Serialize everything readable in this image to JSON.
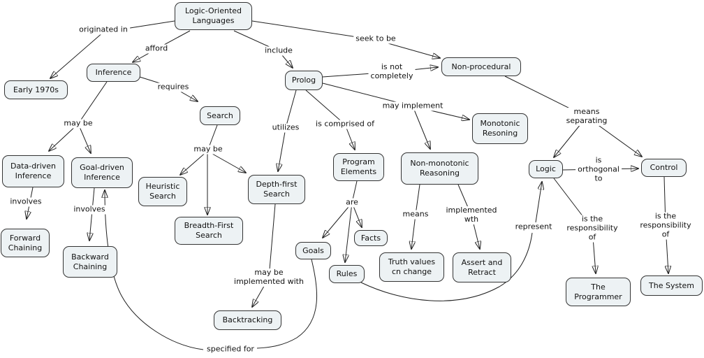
{
  "diagram": {
    "title": "Logic-Oriented Languages concept map",
    "colors": {
      "background": "#ffffff",
      "node_fill": "#edf2f4",
      "node_border": "#333333",
      "line": "#1f1f1f"
    }
  },
  "nodes": [
    {
      "id": "logic-oriented-languages",
      "text": "Logic-Oriented\nLanguages"
    },
    {
      "id": "early-1970s",
      "text": "Early 1970s"
    },
    {
      "id": "inference",
      "text": "Inference"
    },
    {
      "id": "search",
      "text": "Search"
    },
    {
      "id": "prolog",
      "text": "Prolog"
    },
    {
      "id": "non-procedural",
      "text": "Non-procedural"
    },
    {
      "id": "monotonic-resoning",
      "text": "Monotonic\nResoning"
    },
    {
      "id": "data-driven-inference",
      "text": "Data-driven\nInference"
    },
    {
      "id": "goal-driven-inference",
      "text": "Goal-driven\nInference"
    },
    {
      "id": "heuristic-search",
      "text": "Heuristic\nSearch"
    },
    {
      "id": "breadth-first-search",
      "text": "Breadth-First\nSearch"
    },
    {
      "id": "depth-first-search",
      "text": "Depth-first\nSearch"
    },
    {
      "id": "program-elements",
      "text": "Program\nElements"
    },
    {
      "id": "non-monotonic-reasoning",
      "text": "Non-monotonic\nReasoning"
    },
    {
      "id": "forward-chaining",
      "text": "Forward\nChaining"
    },
    {
      "id": "backward-chaining",
      "text": "Backward\nChaining"
    },
    {
      "id": "goals",
      "text": "Goals"
    },
    {
      "id": "facts",
      "text": "Facts"
    },
    {
      "id": "rules",
      "text": "Rules"
    },
    {
      "id": "truth-values-cn-change",
      "text": "Truth values\ncn change"
    },
    {
      "id": "assert-and-retract",
      "text": "Assert and\nRetract"
    },
    {
      "id": "backtracking",
      "text": "Backtracking"
    },
    {
      "id": "logic",
      "text": "Logic"
    },
    {
      "id": "control",
      "text": "Control"
    },
    {
      "id": "the-programmer",
      "text": "The\nProgrammer"
    },
    {
      "id": "the-system",
      "text": "The System"
    }
  ],
  "edge_labels": [
    {
      "id": "originated-in",
      "text": "originated in"
    },
    {
      "id": "afford",
      "text": "afford"
    },
    {
      "id": "include",
      "text": "include"
    },
    {
      "id": "seek-to-be",
      "text": "seek to be"
    },
    {
      "id": "is-not-completely",
      "text": "is not\ncompletely"
    },
    {
      "id": "may-implement",
      "text": "may implement"
    },
    {
      "id": "means-separating",
      "text": "means\nseparating"
    },
    {
      "id": "requires",
      "text": "requires"
    },
    {
      "id": "may-be-1",
      "text": "may be"
    },
    {
      "id": "may-be-2",
      "text": "may be"
    },
    {
      "id": "utilizes",
      "text": "utilizes"
    },
    {
      "id": "is-comprised-of",
      "text": "is comprised of"
    },
    {
      "id": "involves-1",
      "text": "involves"
    },
    {
      "id": "involves-2",
      "text": "involves"
    },
    {
      "id": "are",
      "text": "are"
    },
    {
      "id": "means",
      "text": "means"
    },
    {
      "id": "implemented-wth",
      "text": "implemented\nwth"
    },
    {
      "id": "is-orthogonal-to",
      "text": "is\northogonal\nto"
    },
    {
      "id": "may-be-implemented-with",
      "text": "may be\nimplemented with"
    },
    {
      "id": "represent",
      "text": "represent"
    },
    {
      "id": "is-the-responsibility-of-1",
      "text": "is the\nresponsibility\nof"
    },
    {
      "id": "is-the-responsibility-of-2",
      "text": "is the\nresponsibility\nof"
    },
    {
      "id": "specified-for",
      "text": "specified for"
    }
  ]
}
